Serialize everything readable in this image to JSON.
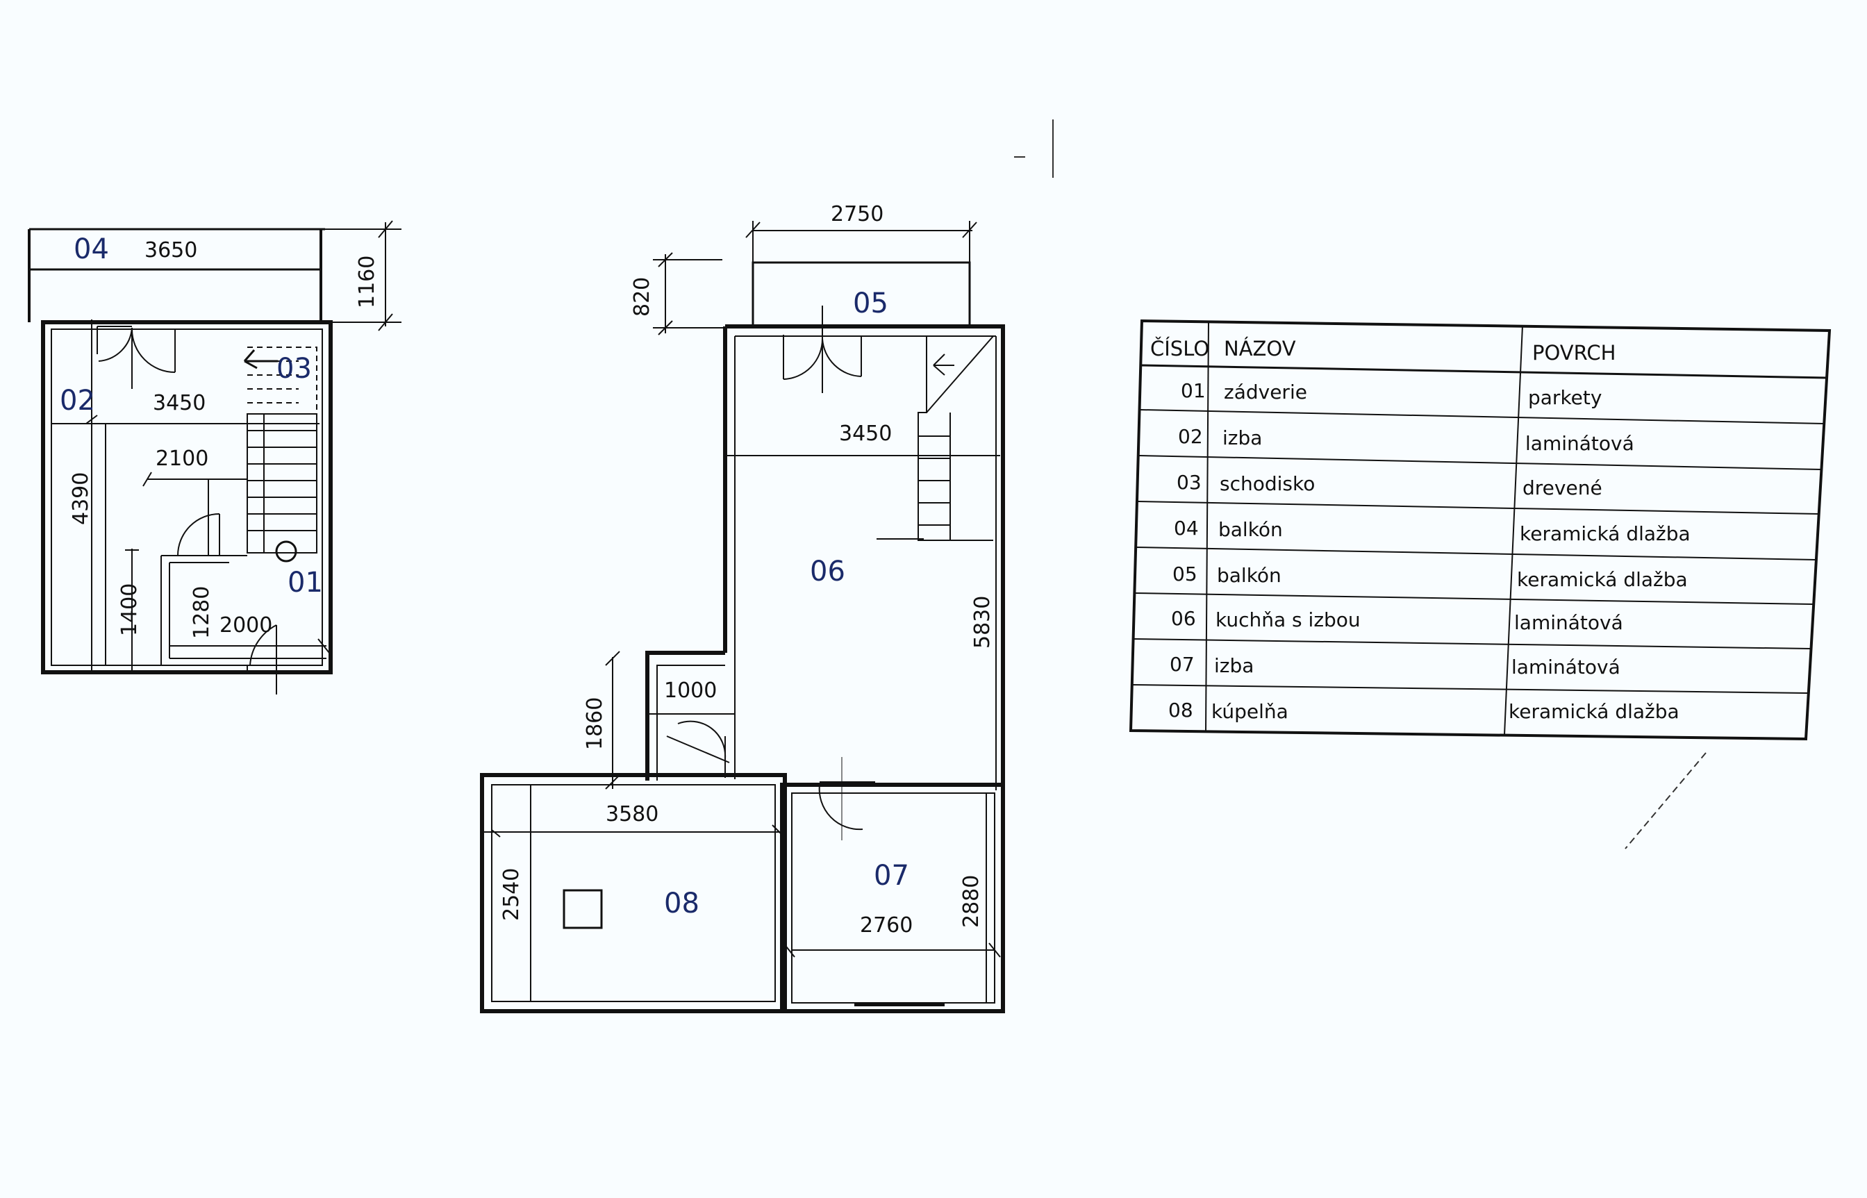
{
  "rooms": {
    "r01": "01",
    "r02": "02",
    "r03": "03",
    "r04": "04",
    "r05": "05",
    "r06": "06",
    "r07": "07",
    "r08": "08"
  },
  "dimensions": {
    "balcony04_width": "3650",
    "balcony04_depth": "1160",
    "room02_width": "3450",
    "room02_depth": "4390",
    "hall_width": "2100",
    "hall_depth": "1400",
    "entry_depth": "1280",
    "entry_width": "2000",
    "balcony05_width": "2750",
    "balcony05_depth": "820",
    "room06_width": "3450",
    "room06_depth": "5830",
    "passage_width": "1000",
    "passage_depth": "1860",
    "room08_width": "3580",
    "room08_depth": "2540",
    "room07_width": "2760",
    "room07_depth": "2880"
  },
  "legend": {
    "headers": {
      "number": "ČÍSLO",
      "name": "NÁZOV",
      "surface": "POVRCH"
    },
    "rows": [
      {
        "number": "01",
        "name": "zádverie",
        "surface": "parkety"
      },
      {
        "number": "02",
        "name": "izba",
        "surface": "laminátová"
      },
      {
        "number": "03",
        "name": "schodisko",
        "surface": "drevené"
      },
      {
        "number": "04",
        "name": "balkón",
        "surface": "keramická dlažba"
      },
      {
        "number": "05",
        "name": "balkón",
        "surface": "keramická dlažba"
      },
      {
        "number": "06",
        "name": "kuchňa s izbou",
        "surface": "laminátová"
      },
      {
        "number": "07",
        "name": "izba",
        "surface": "laminátová"
      },
      {
        "number": "08",
        "name": "kúpelňa",
        "surface": "keramická dlažba"
      }
    ]
  },
  "colors": {
    "ink": "#111111",
    "room_label": "#1a2a6a",
    "paper": "#f9fdff"
  }
}
